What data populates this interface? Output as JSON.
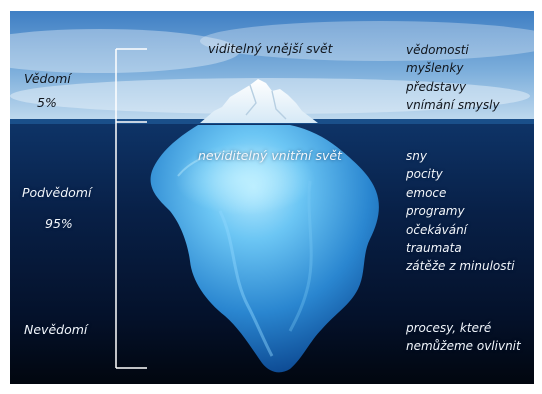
{
  "left_labels": {
    "conscious": "Vědomí",
    "conscious_pct": "5%",
    "subconscious": "Podvědomí",
    "subconscious_pct": "95%",
    "unconscious": "Nevědomí"
  },
  "center_labels": {
    "visible": "viditelný vnější svět",
    "invisible": "neviditelný vnitřní svět"
  },
  "right_lists": {
    "above_water": [
      "vědomosti",
      "myšlenky",
      "představy",
      "vnímání smysly"
    ],
    "below_water": [
      "sny",
      "pocity",
      "emoce",
      "programy",
      "očekávání",
      "traumata",
      "zátěže z minulosti"
    ],
    "deep": [
      "procesy, které",
      "nemůžeme ovlivnit"
    ]
  },
  "colors": {
    "sky_top": "#3f7fc4",
    "sky_bottom": "#bcd7ee",
    "water_top": "#0d2f63",
    "water_bottom": "#020810",
    "ice": "#5fb8f0",
    "bracket": "#ffffff"
  }
}
